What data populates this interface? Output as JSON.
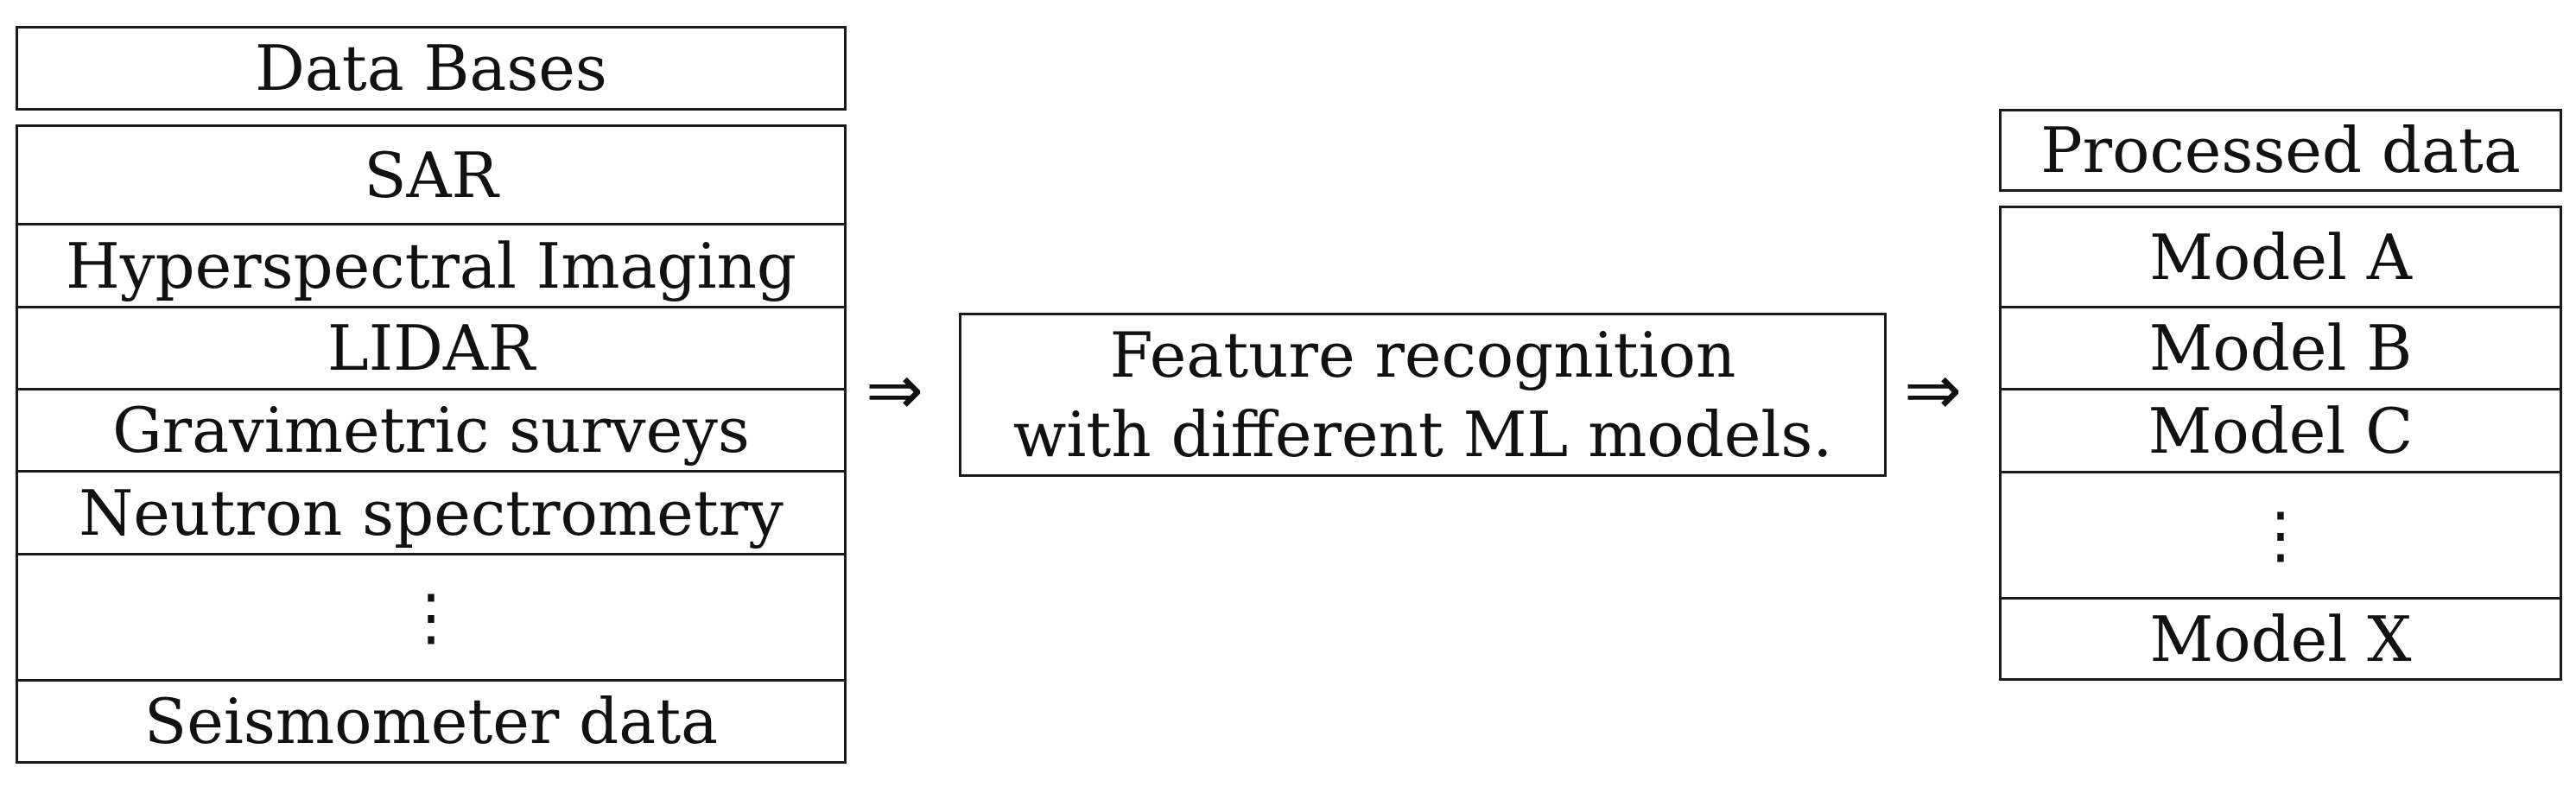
{
  "databases": {
    "title": "Data Bases",
    "items": [
      "SAR",
      "Hyperspectral Imaging",
      "LIDAR",
      "Gravimetric surveys",
      "Neutron spectrometry",
      "⋮",
      "Seismometer data"
    ]
  },
  "arrows": {
    "first": "⇒",
    "second": "⇒"
  },
  "feature_box": {
    "line1": "Feature recognition",
    "line2": "with different ML models."
  },
  "processed": {
    "title": "Processed data",
    "items": [
      "Model A",
      "Model B",
      "Model C",
      "⋮",
      "Model X"
    ]
  }
}
